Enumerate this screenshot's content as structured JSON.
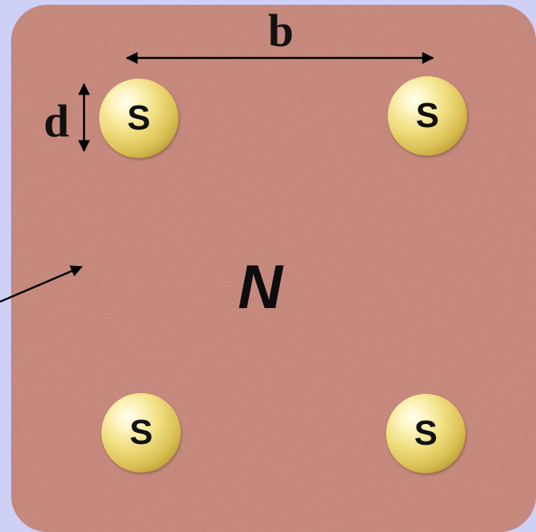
{
  "labels": {
    "spacing": "b",
    "diameter": "d",
    "north": "N",
    "south": "S"
  },
  "colors": {
    "background": "#cfd0f6",
    "plate": "#c7867a",
    "sphere": "#e6cf6a"
  }
}
